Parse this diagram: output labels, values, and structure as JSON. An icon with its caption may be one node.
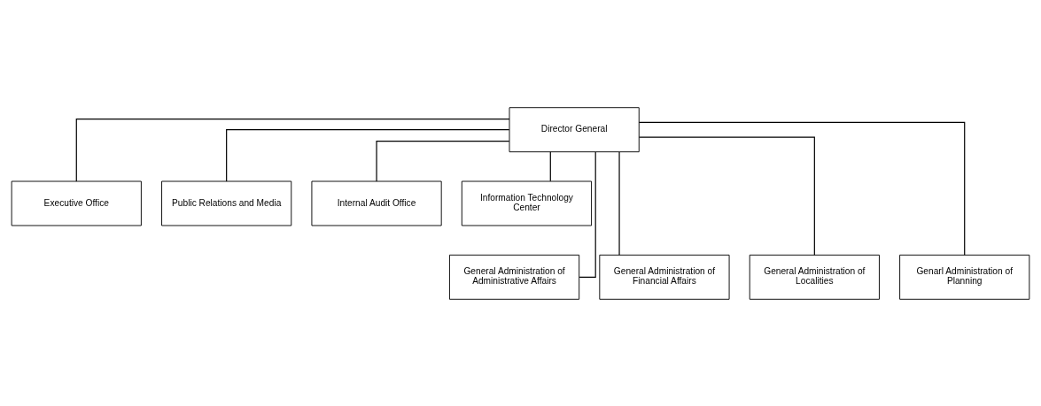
{
  "diagram": {
    "nodes": [
      {
        "text": [
          "Director General"
        ]
      },
      {
        "text": [
          "Executive Office"
        ]
      },
      {
        "text": [
          "Public Relations and Media"
        ]
      },
      {
        "text": [
          "Internal Audit Office"
        ]
      },
      {
        "text": [
          "Information Technology Center"
        ]
      },
      {
        "text": [
          "General Administration of Administrative Affairs"
        ]
      },
      {
        "text": [
          "General Administration of Financial Affairs"
        ]
      },
      {
        "text": [
          "General Administration of Localities"
        ]
      },
      {
        "text": [
          "Genarl Administration of Planning"
        ]
      }
    ],
    "edges": [
      {
        "from": 0,
        "to": 1,
        "arrow": "none"
      },
      {
        "from": 0,
        "to": 2,
        "arrow": "none"
      },
      {
        "from": 0,
        "to": 3,
        "arrow": "none"
      },
      {
        "from": 0,
        "to": 4,
        "arrow": "none"
      },
      {
        "from": 0,
        "to": 5,
        "arrow": "none"
      },
      {
        "from": 0,
        "to": 6,
        "arrow": "none"
      },
      {
        "from": 0,
        "to": 7,
        "arrow": "none"
      },
      {
        "from": 0,
        "to": 8,
        "arrow": "none"
      }
    ]
  }
}
